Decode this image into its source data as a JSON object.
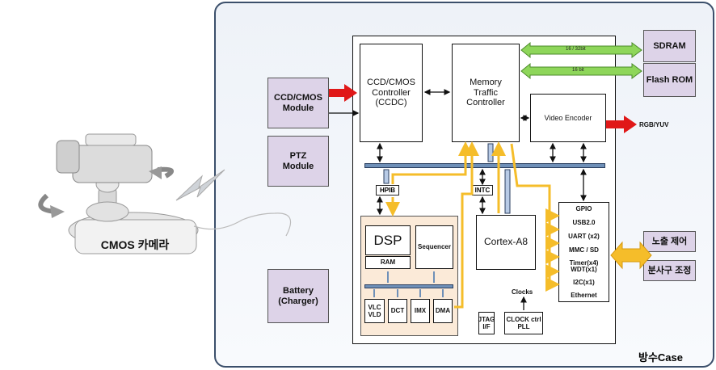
{
  "camera_label": "CMOS 카메라",
  "left_modules": {
    "ccd_cmos": "CCD/CMOS\nModule",
    "ptz": "PTZ\nModule",
    "battery": "Battery\n(Charger)"
  },
  "soc_blocks": {
    "ccdc": "CCD/CMOS\nController\n(CCDC)",
    "memory_controller": "Memory\nTraffic\nController",
    "video_encoder": "Video  Encoder",
    "cortex": "Cortex-A8",
    "hpib": "HPIB",
    "intc": "INTC",
    "jtag": "JTAG\nI/F",
    "clock_ctrl": "CLOCK ctrl\nPLL",
    "clocks": "Clocks"
  },
  "dsp": {
    "dsp": "DSP",
    "ram": "RAM",
    "sequencer": "Sequencer",
    "vlc": "VLC\nVLD",
    "dct": "DCT",
    "imx": "IMX",
    "dma": "DMA"
  },
  "memory": {
    "sdram": "SDRAM",
    "flash": "Flash ROM",
    "bus_top": "16 / 32bit",
    "bus_bottom": "16 bit"
  },
  "rgb_yuv": "RGB/YUV",
  "peripherals": [
    "GPIO",
    "USB2.0",
    "UART (x2)",
    "MMC / SD",
    "Timer(x4)\nWDT(x1)",
    "I2C(x1)",
    "Ethernet"
  ],
  "external_controls": {
    "exposure": "노출 제어",
    "spray": "분사구 조정"
  },
  "case_label": "방수Case",
  "colors": {
    "purple": "#ddd3e8",
    "yellow": "#f5bd2a",
    "green": "#8ed65a",
    "red": "#e01818",
    "bus": "#6f90b8"
  }
}
